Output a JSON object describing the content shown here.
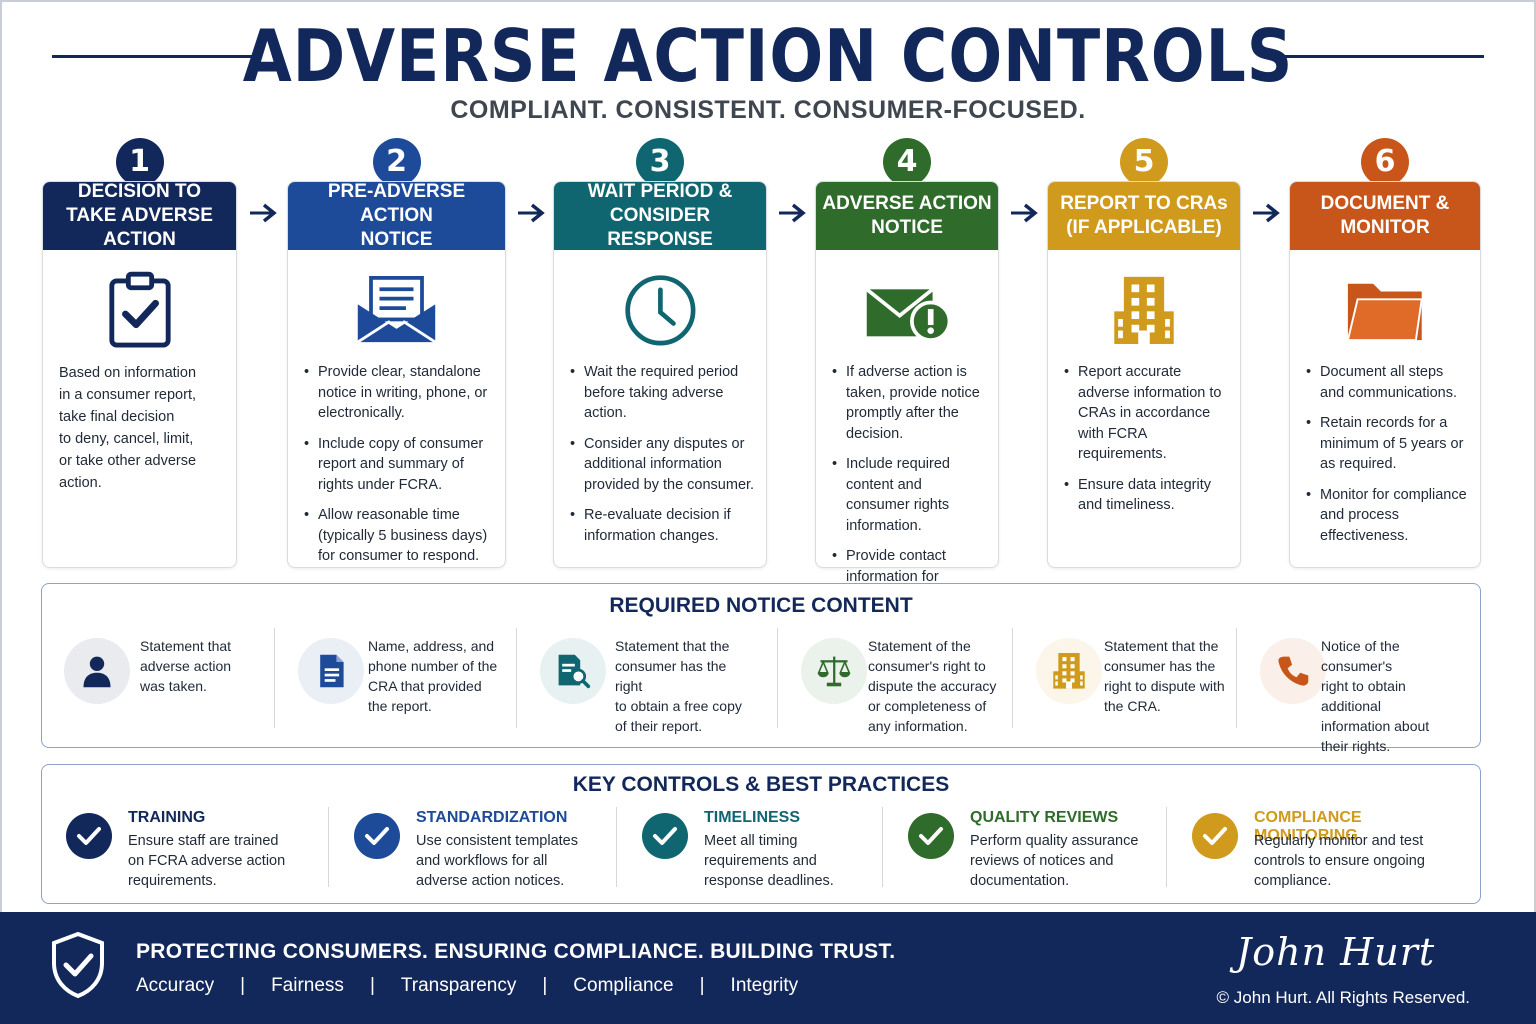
{
  "header": {
    "title": "ADVERSE ACTION CONTROLS",
    "subtitle": "COMPLIANT. CONSISTENT. CONSUMER-FOCUSED."
  },
  "steps": [
    {
      "number": "1",
      "title": "DECISION TO\nTAKE ADVERSE ACTION",
      "color": "#13285a",
      "icon": "clipboard-check-icon",
      "text": "Based on information\nin a consumer report,\ntake final decision\nto deny, cancel, limit,\nor take other adverse\naction."
    },
    {
      "number": "2",
      "title": "PRE-ADVERSE ACTION\nNOTICE",
      "color": "#1e4a9a",
      "icon": "envelope-letter-icon",
      "bullets": [
        "Provide clear, standalone notice in writing, phone, or electronically.",
        "Include copy of consumer report and summary of rights under FCRA.",
        "Allow reasonable time (typically 5 business days) for consumer to respond."
      ]
    },
    {
      "number": "3",
      "title": "WAIT PERIOD &\nCONSIDER RESPONSE",
      "color": "#0f6670",
      "icon": "clock-icon",
      "bullets": [
        "Wait the required period before taking adverse action.",
        "Consider any disputes or additional information provided by the consumer.",
        "Re-evaluate decision if information changes."
      ]
    },
    {
      "number": "4",
      "title": "ADVERSE ACTION\nNOTICE",
      "color": "#2f6b2a",
      "icon": "envelope-alert-icon",
      "bullets": [
        "If adverse action is taken, provide notice promptly after the decision.",
        "Include required content and consumer rights information.",
        "Provide contact information for inquiries."
      ]
    },
    {
      "number": "5",
      "title": "REPORT TO CRAs\n(IF APPLICABLE)",
      "color": "#d09a1c",
      "icon": "building-icon",
      "bullets": [
        "Report accurate adverse information to CRAs in accordance with FCRA requirements.",
        "Ensure data integrity and timeliness."
      ]
    },
    {
      "number": "6",
      "title": "DOCUMENT &\nMONITOR",
      "color": "#c8561a",
      "icon": "folder-icon",
      "bullets": [
        "Document all steps and communications.",
        "Retain records for a minimum of 5 years or as required.",
        "Monitor for compliance and process effectiveness."
      ]
    }
  ],
  "notice": {
    "title": "REQUIRED NOTICE CONTENT",
    "items": [
      {
        "icon": "person-icon",
        "color": "#13285a",
        "text": "Statement that\nadverse action\nwas taken."
      },
      {
        "icon": "document-icon",
        "color": "#1e4a9a",
        "text": "Name, address, and\nphone number of the\nCRA that provided\nthe report."
      },
      {
        "icon": "document-search-icon",
        "color": "#0f6670",
        "text": "Statement that the\nconsumer has the right\nto obtain a free copy\nof their report."
      },
      {
        "icon": "scales-icon",
        "color": "#2f6b2a",
        "text": "Statement of the\nconsumer's right to\ndispute the accuracy\nor completeness of\nany information."
      },
      {
        "icon": "building-icon",
        "color": "#d09a1c",
        "text": "Statement that the\nconsumer has the\nright to dispute with\nthe CRA."
      },
      {
        "icon": "phone-icon",
        "color": "#c8561a",
        "text": "Notice of the consumer's\nright to obtain additional\ninformation about\ntheir rights."
      }
    ]
  },
  "controls": {
    "title": "KEY CONTROLS & BEST PRACTICES",
    "items": [
      {
        "head": "TRAINING",
        "color": "#13285a",
        "text": "Ensure staff are trained\non FCRA adverse action\nrequirements."
      },
      {
        "head": "STANDARDIZATION",
        "color": "#1e4a9a",
        "text": "Use consistent templates\nand workflows for all\nadverse action notices."
      },
      {
        "head": "TIMELINESS",
        "color": "#0f6670",
        "text": "Meet all timing\nrequirements and\nresponse deadlines."
      },
      {
        "head": "QUALITY REVIEWS",
        "color": "#2f6b2a",
        "text": "Perform quality assurance\nreviews of notices and\ndocumentation."
      },
      {
        "head": "COMPLIANCE MONITORING",
        "color": "#d09a1c",
        "text": "Regularly monitor and test\ncontrols to ensure ongoing\ncompliance."
      }
    ]
  },
  "footer": {
    "tagline": "PROTECTING CONSUMERS. ENSURING COMPLIANCE. BUILDING TRUST.",
    "values": [
      "Accuracy",
      "Fairness",
      "Transparency",
      "Compliance",
      "Integrity"
    ],
    "signature": "John Hurt",
    "copyright": "© John Hurt. All Rights Reserved."
  }
}
